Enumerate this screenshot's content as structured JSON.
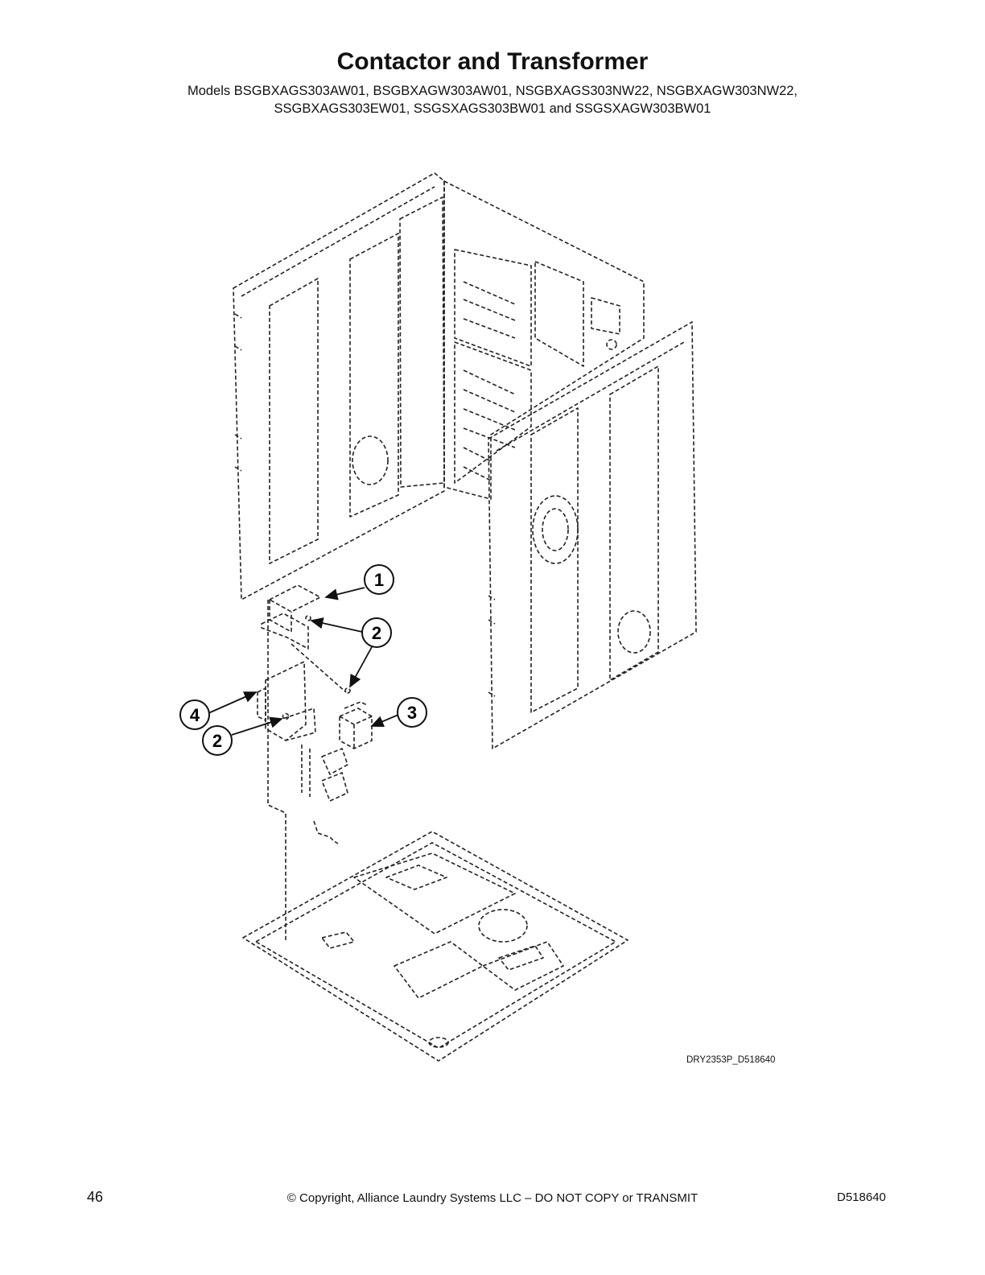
{
  "header": {
    "title": "Contactor and Transformer",
    "models_line1": "Models BSGBXAGS303AW01, BSGBXAGW303AW01, NSGBXAGS303NW22, NSGBXAGW303NW22,",
    "models_line2": "SSGBXAGS303EW01, SSGSXAGS303BW01 and SSGSXAGW303BW01"
  },
  "diagram": {
    "figure_code": "DRY2353P_D518640",
    "callouts": {
      "c1": "1",
      "c2a": "2",
      "c2b": "2",
      "c3": "3",
      "c4": "4"
    }
  },
  "footer": {
    "page_number": "46",
    "copyright": "© Copyright, Alliance Laundry Systems LLC – DO NOT COPY or TRANSMIT",
    "document_number": "D518640"
  }
}
